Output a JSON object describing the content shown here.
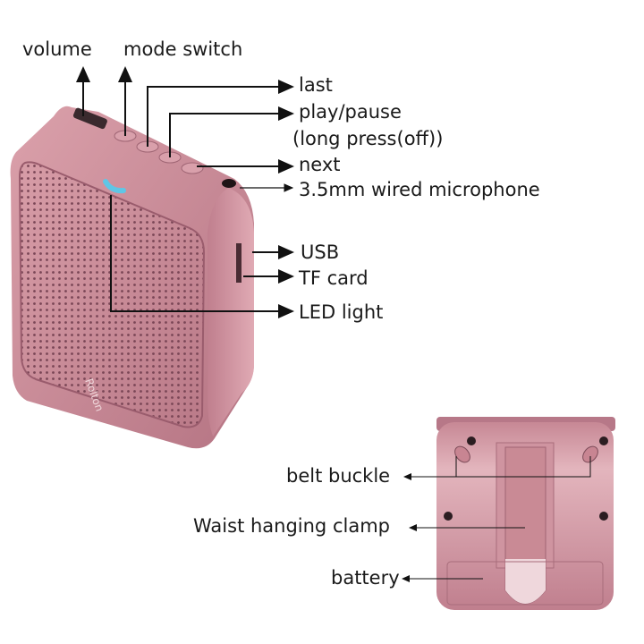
{
  "diagram": {
    "subject": "Portable voice amplifier speaker",
    "brand_mark": "Rolton",
    "colors": {
      "body": "#c98a95",
      "body_dark": "#a8677a",
      "led": "#5fc6e6",
      "line": "#111111"
    },
    "front_view_labels": {
      "volume": "volume",
      "mode_switch": "mode switch",
      "last": "last",
      "play_pause": "play/pause",
      "play_pause_note": "(long press(off))",
      "next": "next",
      "mic": "3.5mm wired microphone",
      "usb": "USB",
      "tf_card": "TF card",
      "led": "LED light"
    },
    "back_view_labels": {
      "belt_buckle": "belt buckle",
      "clamp": "Waist hanging clamp",
      "battery": "battery"
    }
  }
}
